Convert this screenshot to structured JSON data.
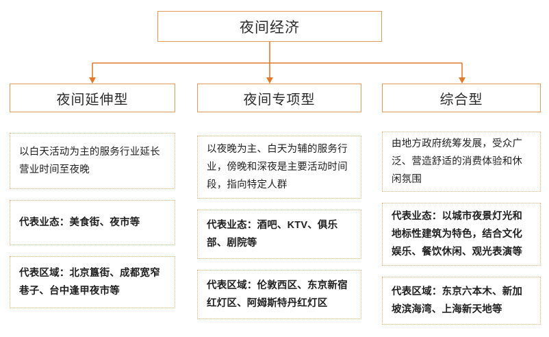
{
  "diagram": {
    "type": "tree-hierarchy",
    "root": {
      "label": "夜间经济"
    },
    "colors": {
      "solid_border": "#E09A55",
      "dashed_border": "#E3AE78",
      "connector": "#E17A2B",
      "text": "#1f1f1f",
      "background": "#ffffff"
    },
    "branches": [
      {
        "header": "夜间延伸型",
        "cells": [
          {
            "text": "以白天活动为主的服务行业延长营业时间至夜晚",
            "bold": false
          },
          {
            "text": "代表业态：美食街、夜市等",
            "bold": true
          },
          {
            "text": "代表区域：北京簋街、成都宽窄巷子、台中逢甲夜市等",
            "bold": true
          }
        ]
      },
      {
        "header": "夜间专项型",
        "cells": [
          {
            "text": "以夜晚为主、白天为辅的服务行业，傍晚和深夜是主要活动时间段，指向特定人群",
            "bold": false
          },
          {
            "text": "代表业态：酒吧、KTV、俱乐部、剧院等",
            "bold": true
          },
          {
            "text": "代表区域：伦敦西区、东京新宿红灯区、阿姆斯特丹红灯区",
            "bold": true
          }
        ]
      },
      {
        "header": "综合型",
        "cells": [
          {
            "text": "由地方政府统筹发展，受众广泛、营造舒适的消费体验和休闲氛围",
            "bold": false
          },
          {
            "text": "代表业态：以城市夜景灯光和地标性建筑为特色，结合文化娱乐、餐饮休闲、观光表演等",
            "bold": true
          },
          {
            "text": "代表区域：东京六本木、新加坡滨海湾、上海新天地等",
            "bold": true
          }
        ]
      }
    ]
  }
}
